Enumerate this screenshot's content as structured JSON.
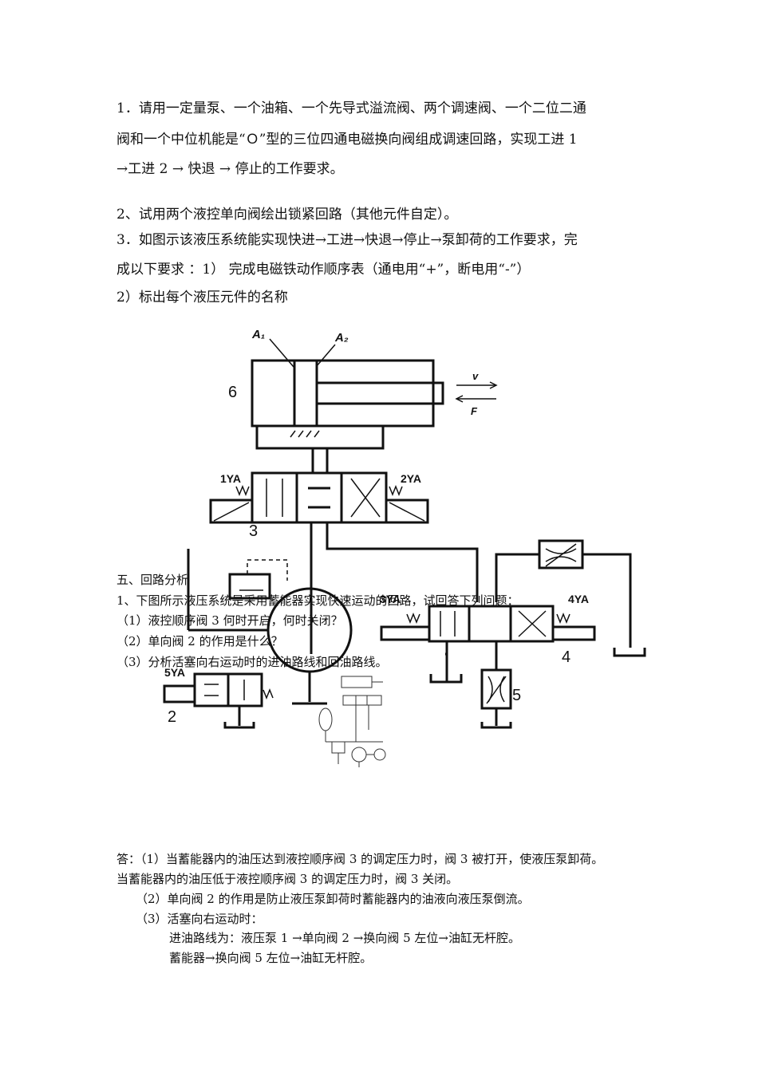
{
  "questions": {
    "q1_line1": "1．请用一定量泵、一个油箱、一个先导式溢流阀、两个调速阀、一个二位二通",
    "q1_line2": "阀和一个中位机能是“Ｏ”型的三位四通电磁换向阀组成调速回路，实现工进 1",
    "q1_line3": "→工进 2 → 快退 → 停止的工作要求。",
    "q2": "2、试用两个液控单向阀绘出锁紧回路（其他元件自定）。",
    "q3_line1": "3．如图示该液压系统能实现快进→工进→快退→停止→泵卸荷的工作要求，完",
    "q3_line2": "成以下要求 ：1） 完成电磁铁动作顺序表（通电用“+”，断电用“-”）",
    "q3_line3": "2）标出每个液压元件的名称"
  },
  "diagram_labels": {
    "a1": "A₁",
    "a2": "A₂",
    "cyl": "6",
    "v": "v",
    "f": "F",
    "s1ya": "1YA",
    "s2ya": "2YA",
    "valve3": "3",
    "s3ya": "3YA",
    "s4ya": "4YA",
    "valve4": "4",
    "s5ya": "5YA",
    "valve2": "2",
    "valve5": "5"
  },
  "section5": {
    "heading": "五、回路分析",
    "q1": "1、下图所示液压系统是采用蓄能器实现快速运动的回路，试回答下列问题：",
    "sub1": "（1）液控顺序阀 3 何时开启，何时关闭？",
    "sub2": "（2）单向阀 2 的作用是什么？",
    "sub3": "（3）分析活塞向右运动时的进油路线和回油路线。"
  },
  "answer": {
    "a1_line1": "答：（1）当蓄能器内的油压达到液控顺序阀 3 的调定压力时，阀 3 被打开，使液压泵卸荷。",
    "a1_line2": "当蓄能器内的油压低于液控顺序阀 3 的调定压力时，阀 3 关闭。",
    "a2": "（2）单向阀 2 的作用是防止液压泵卸荷时蓄能器内的油液向液压泵倒流。",
    "a3": "（3）活塞向右运动时：",
    "a3_in": "进油路线为：液压泵 1 →单向阀 2 →换向阀 5 左位→油缸无杆腔。",
    "a3_acc": "蓄能器→换向阀 5 左位→油缸无杆腔。"
  }
}
